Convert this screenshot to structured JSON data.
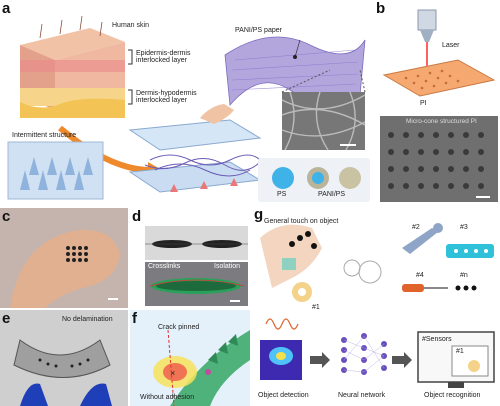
{
  "panel_labels": {
    "a": "a",
    "b": "b",
    "c": "c",
    "d": "d",
    "e": "e",
    "f": "f",
    "g": "g"
  },
  "panel_a": {
    "human_skin": "Human skin",
    "epidermis_label": "Epidermis-dermis\ninterlocked layer",
    "dermis_label": "Dermis-hypodermis\ninterlocked layer",
    "intermittent": "Intermittent structure",
    "pani_ps_paper": "PANI/PS paper",
    "ps": "PS",
    "pani_ps": "PANI/PS"
  },
  "panel_b": {
    "laser": "Laser",
    "pi": "PI",
    "micro_cone": "Micro-cone structured PI"
  },
  "panel_d": {
    "crosslinks": "Crosslinks",
    "isolation": "Isolation"
  },
  "panel_e": {
    "no_delamination": "No delamination"
  },
  "panel_f": {
    "crack_pinned": "Crack pinned",
    "without_adhesion": "Without adhesion"
  },
  "panel_g": {
    "general_touch": "General touch on object",
    "obj2": "#2",
    "obj3": "#3",
    "obj4": "#4",
    "objn": "#n",
    "obj1": "#1",
    "sensors": "#Sensors",
    "screen_obj": "#1",
    "object_detection": "Object detection",
    "neural_network": "Neural network",
    "object_recognition": "Object recognition"
  }
}
